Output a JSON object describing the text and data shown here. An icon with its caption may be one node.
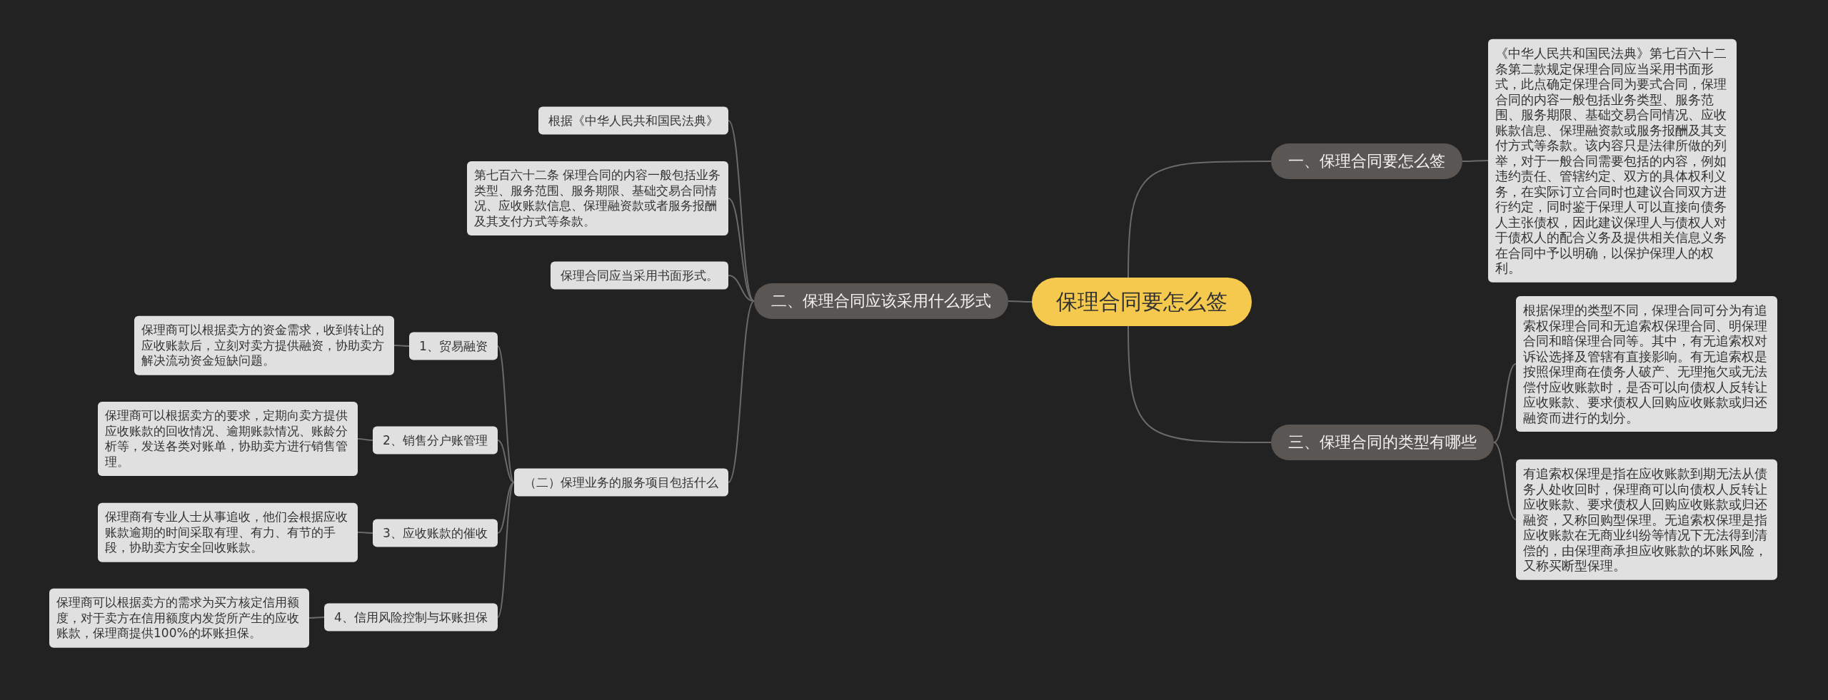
{
  "diagram": {
    "nodes": [
      {
        "text": [
          "保理合同要怎么签"
        ]
      },
      {
        "text": [
          "一、保理合同要怎么签"
        ]
      },
      {
        "text": [
          "《中华人民共和国民法典》第七百六十二条第二款规定保理合同应当采用书面形式，此点确定保理合同为要式合同，保理合同的内容一般包括业务类型、服务范围、服务期限、基础交易合同情况、应收账款信息、保理融资款或服务报酬及其支付方式等条款。该内容只是法律所做的列举，对于一般合同需要包括的内容，例如违约责任、管辖约定、双方的具体权利义务，在实际订立合同时也建议合同双方进行约定，同时鉴于保理人可以直接向债务人主张债权，因此建议保理人与债权人对于债权人的配合义务及提供相关信息义务在合同中予以明确，以保护保理人的权利。"
        ]
      },
      {
        "text": [
          "二、保理合同应该采用什么形式"
        ]
      },
      {
        "text": [
          "根据《中华人民共和国民法典》"
        ]
      },
      {
        "text": [
          "第七百六十二条 保理合同的内容一般包括业务类型、服务范围、服务期限、基础交易合同情况、应收账款信息、保理融资款或者服务报酬及其支付方式等条款。"
        ]
      },
      {
        "text": [
          "保理合同应当采用书面形式。"
        ]
      },
      {
        "text": [
          "（二）保理业务的服务项目包括什么"
        ]
      },
      {
        "text": [
          "1、贸易融资"
        ]
      },
      {
        "text": [
          "保理商可以根据卖方的资金需求，收到转让的应收账款后，立刻对卖方提供融资，协助卖方解决流动资金短缺问题。"
        ]
      },
      {
        "text": [
          "2、销售分户账管理"
        ]
      },
      {
        "text": [
          "保理商可以根据卖方的要求，定期向卖方提供应收账款的回收情况、逾期账款情况、账龄分析等，发送各类对账单，协助卖方进行销售管理。"
        ]
      },
      {
        "text": [
          "3、应收账款的催收"
        ]
      },
      {
        "text": [
          "保理商有专业人士从事追收，他们会根据应收账款逾期的时间采取有理、有力、有节的手段，协助卖方安全回收账款。"
        ]
      },
      {
        "text": [
          "4、信用风险控制与坏账担保"
        ]
      },
      {
        "text": [
          "保理商可以根据卖方的需求为买方核定信用额度，对于卖方在信用额度内发货所产生的应收账款，保理商提供100%的坏账担保。"
        ]
      },
      {
        "text": [
          "三、保理合同的类型有哪些"
        ]
      },
      {
        "text": [
          "根据保理的类型不同，保理合同可分为有追索权保理合同和无追索权保理合同、明保理合同和暗保理合同等。其中，有无追索权对诉讼选择及管辖有直接影响。有无追索权是按照保理商在债务人破产、无理拖欠或无法偿付应收账款时，是否可以向债权人反转让应收账款、要求债权人回购应收账款或归还融资而进行的划分。"
        ]
      },
      {
        "text": [
          "有追索权保理是指在应收账款到期无法从债务人处收回时，保理商可以向债权人反转让应收账款、要求债权人回购应收账款或归还融资，又称回购型保理。无追索权保理是指应收账款在无商业纠纷等情况下无法得到清偿的，由保理商承担应收账款的坏账风险，又称买断型保理。"
        ]
      }
    ],
    "edges": [
      {
        "from": 0,
        "to": 1,
        "arrow": "none"
      },
      {
        "from": 1,
        "to": 2,
        "arrow": "none"
      },
      {
        "from": 0,
        "to": 3,
        "arrow": "none"
      },
      {
        "from": 3,
        "to": 4,
        "arrow": "none"
      },
      {
        "from": 3,
        "to": 5,
        "arrow": "none"
      },
      {
        "from": 3,
        "to": 6,
        "arrow": "none"
      },
      {
        "from": 3,
        "to": 7,
        "arrow": "none"
      },
      {
        "from": 7,
        "to": 8,
        "arrow": "none"
      },
      {
        "from": 8,
        "to": 9,
        "arrow": "none"
      },
      {
        "from": 7,
        "to": 10,
        "arrow": "none"
      },
      {
        "from": 10,
        "to": 11,
        "arrow": "none"
      },
      {
        "from": 7,
        "to": 12,
        "arrow": "none"
      },
      {
        "from": 12,
        "to": 13,
        "arrow": "none"
      },
      {
        "from": 7,
        "to": 14,
        "arrow": "none"
      },
      {
        "from": 14,
        "to": 15,
        "arrow": "none"
      },
      {
        "from": 0,
        "to": 16,
        "arrow": "none"
      },
      {
        "from": 16,
        "to": 17,
        "arrow": "none"
      },
      {
        "from": 16,
        "to": 18,
        "arrow": "none"
      }
    ]
  }
}
